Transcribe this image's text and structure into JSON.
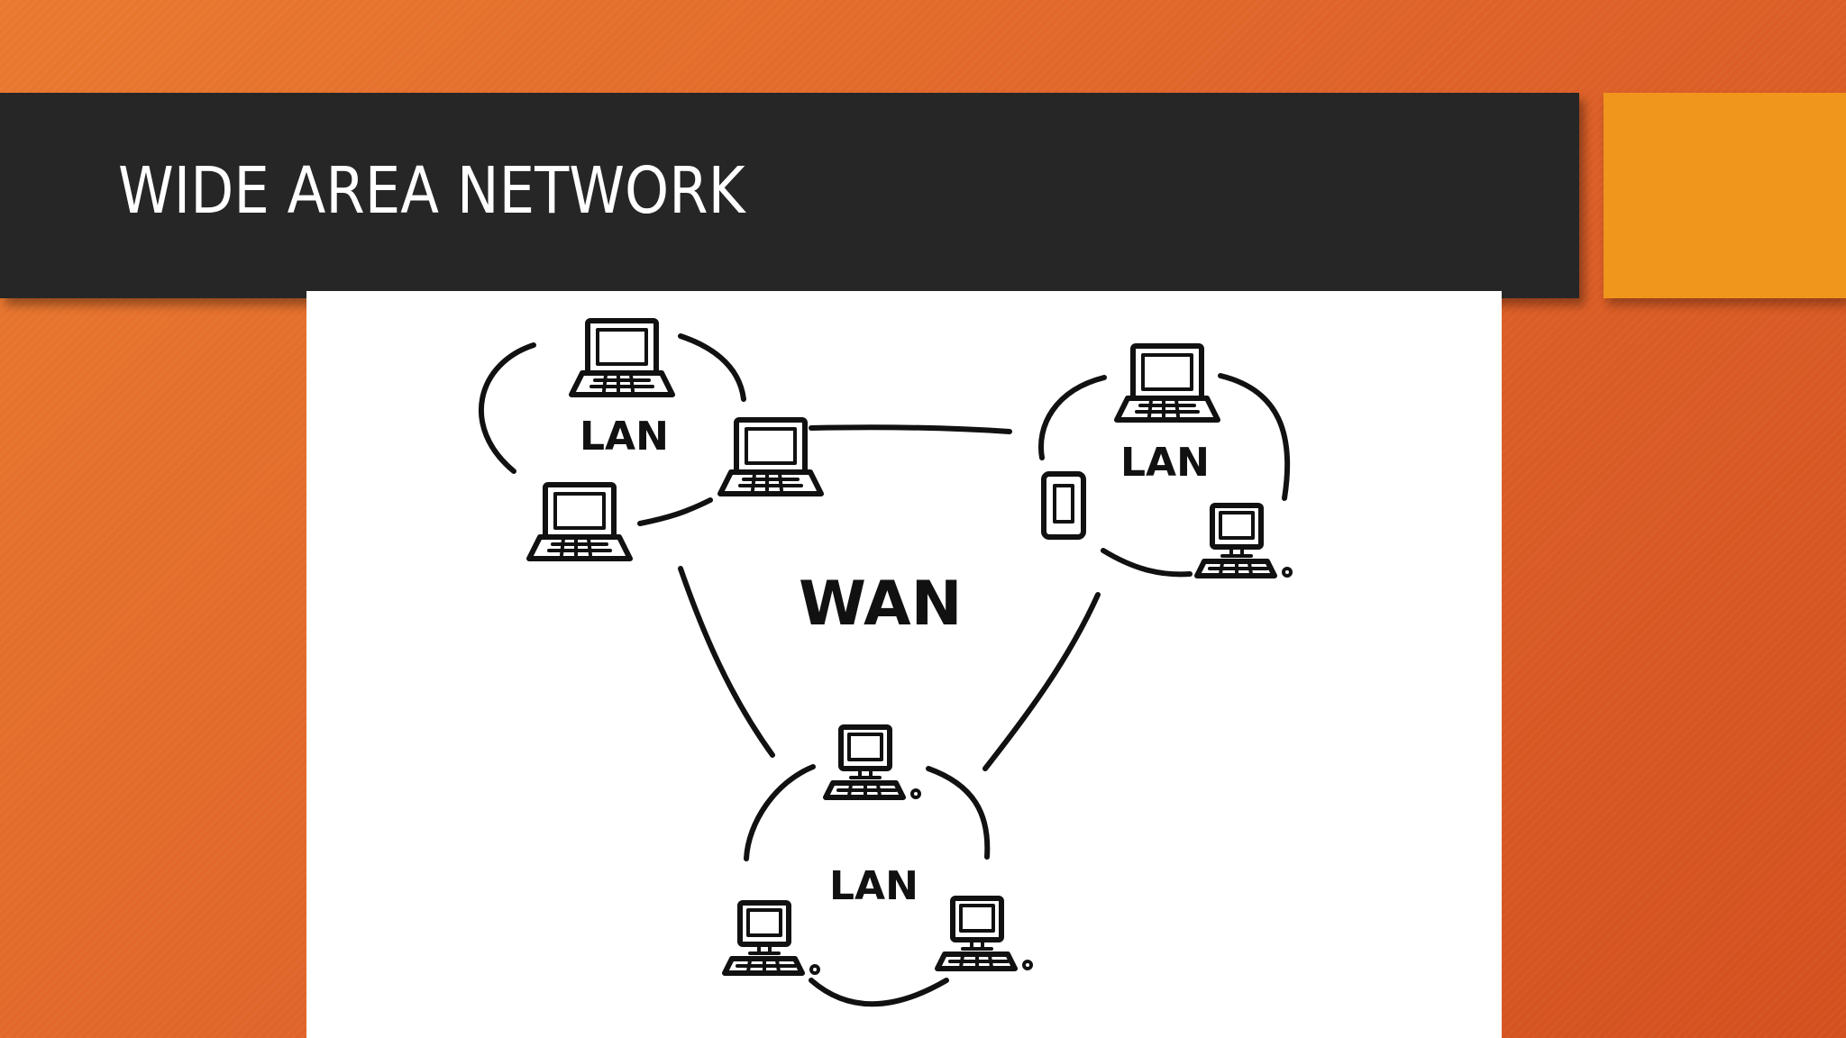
{
  "slide": {
    "title": "WIDE AREA NETWORK"
  },
  "diagram": {
    "center_label": "WAN",
    "lan_labels": [
      "LAN",
      "LAN",
      "LAN"
    ]
  },
  "colors": {
    "background": "#e0652a",
    "title_bar": "#262626",
    "accent": "#f0961c",
    "panel": "#ffffff"
  }
}
